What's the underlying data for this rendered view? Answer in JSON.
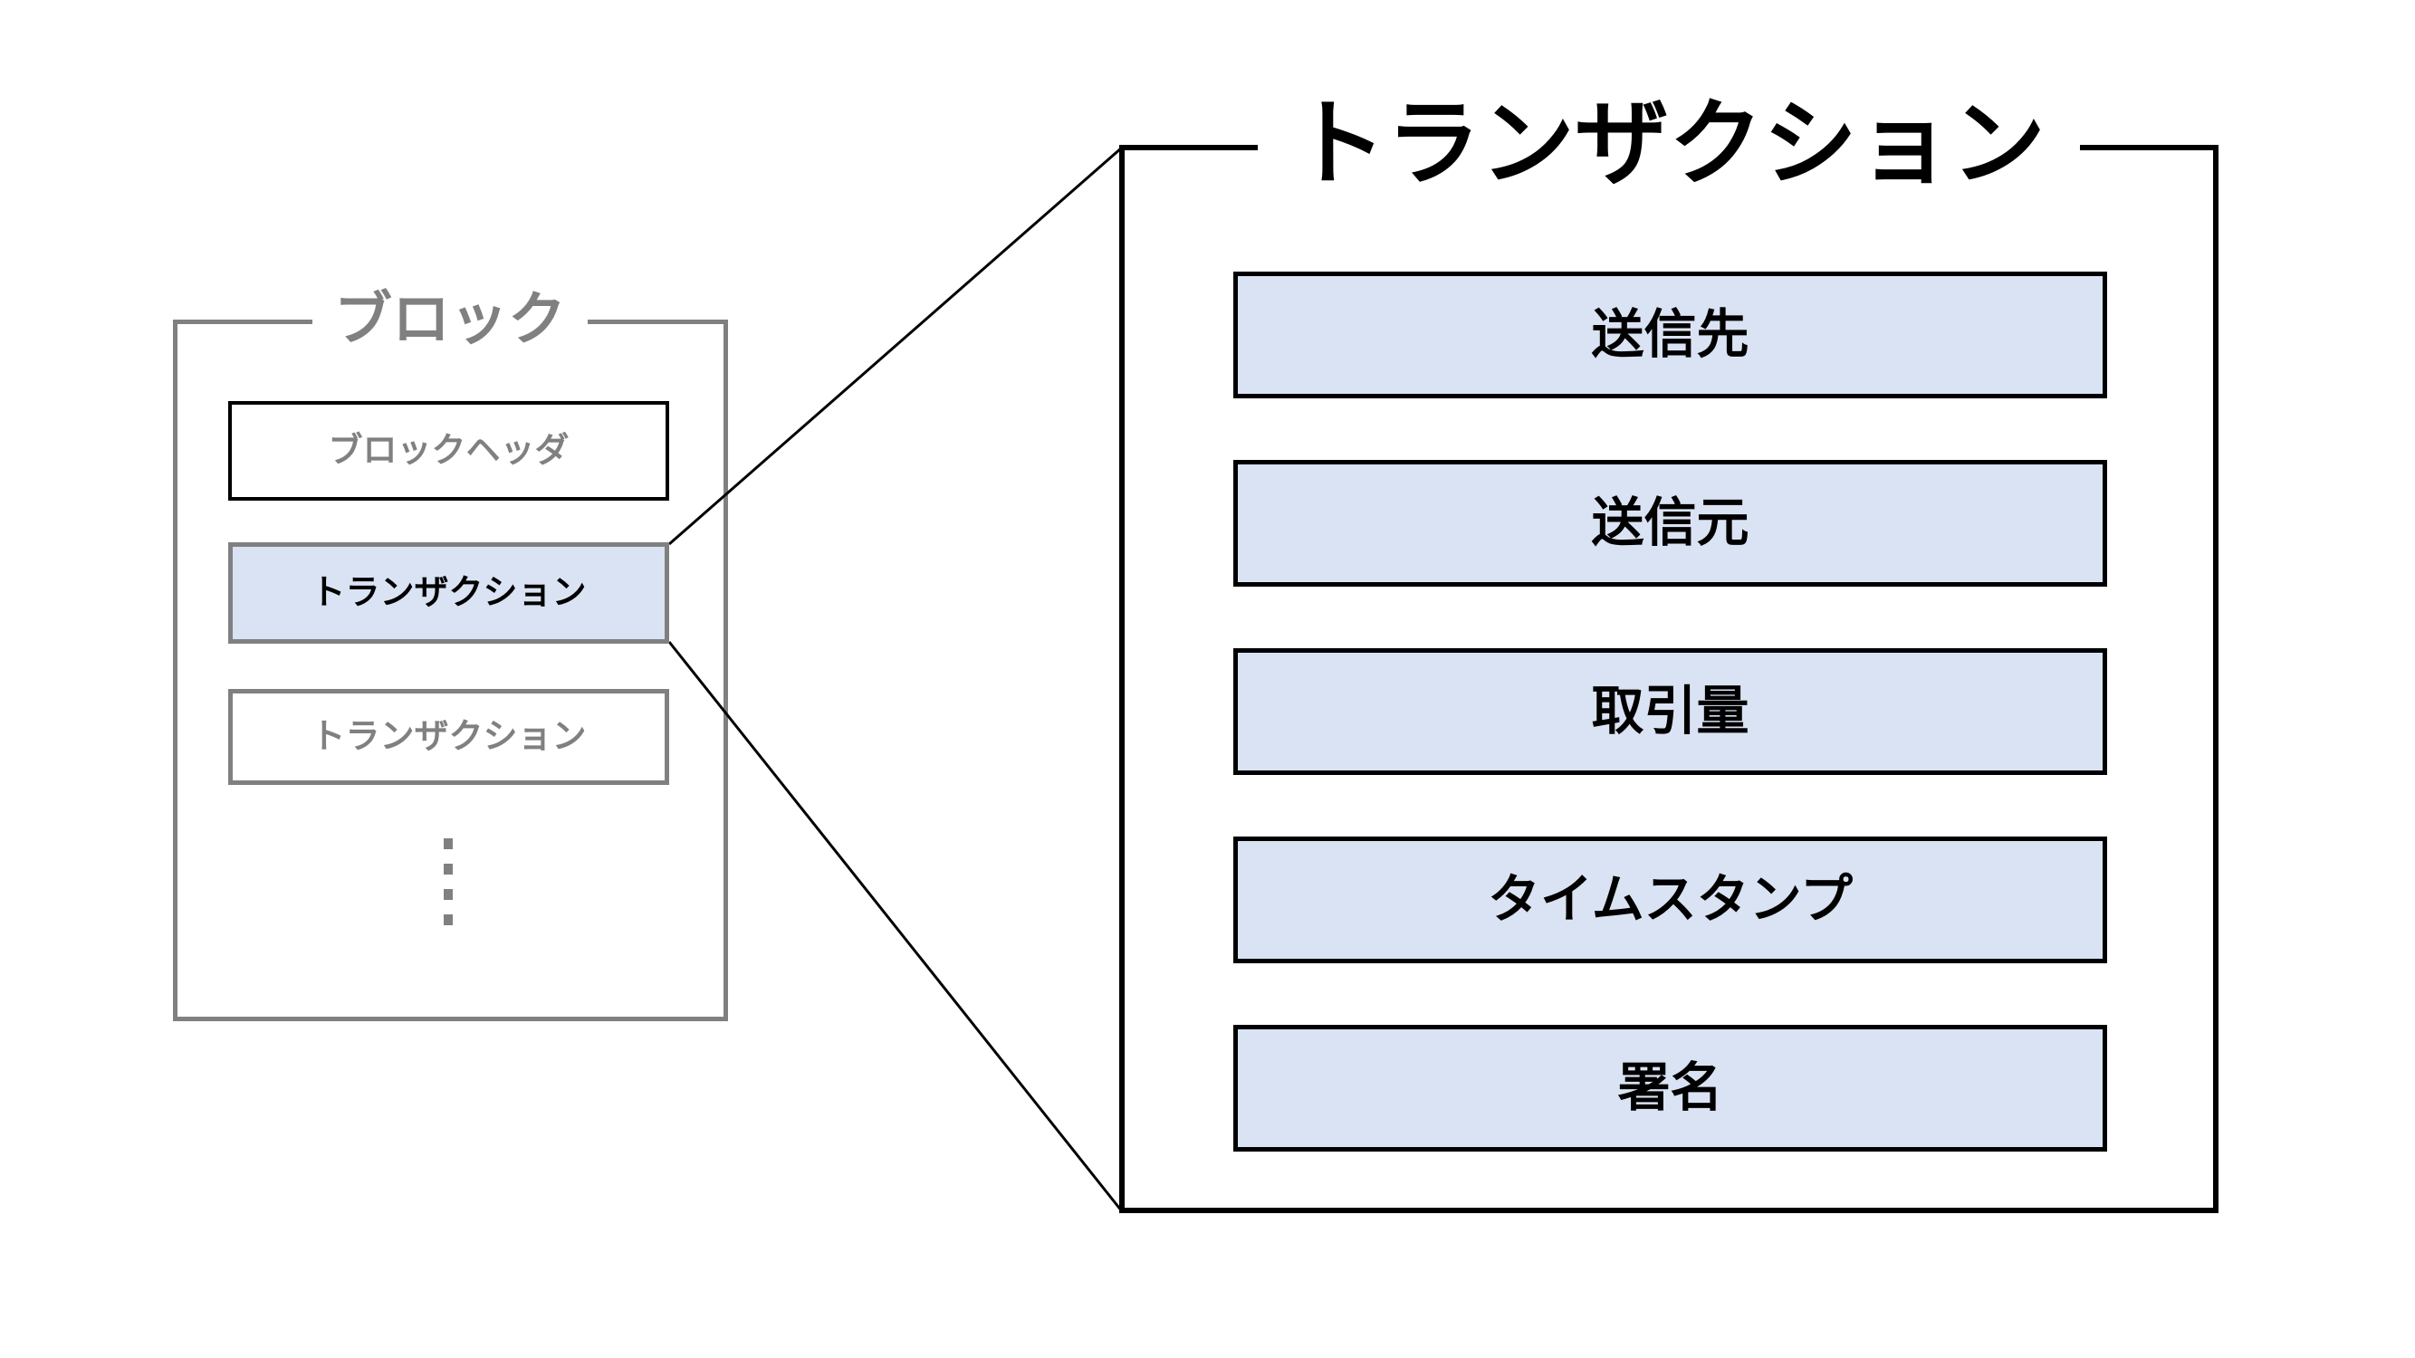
{
  "figure": {
    "background": "#ffffff",
    "block_panel": {
      "title": "ブロック",
      "items": [
        {
          "label": "ブロックヘッダ",
          "variant": "header-outline"
        },
        {
          "label": "トランザクション",
          "variant": "highlighted"
        },
        {
          "label": "トランザクション",
          "variant": "muted"
        }
      ]
    },
    "transaction_panel": {
      "title": "トランザクション",
      "fields": [
        {
          "label": "送信先"
        },
        {
          "label": "送信元"
        },
        {
          "label": "取引量"
        },
        {
          "label": "タイムスタンプ"
        },
        {
          "label": "署名"
        }
      ]
    },
    "colors": {
      "field_fill": "#dae3f3",
      "muted_gray": "#808080",
      "outline_black": "#000000"
    }
  }
}
